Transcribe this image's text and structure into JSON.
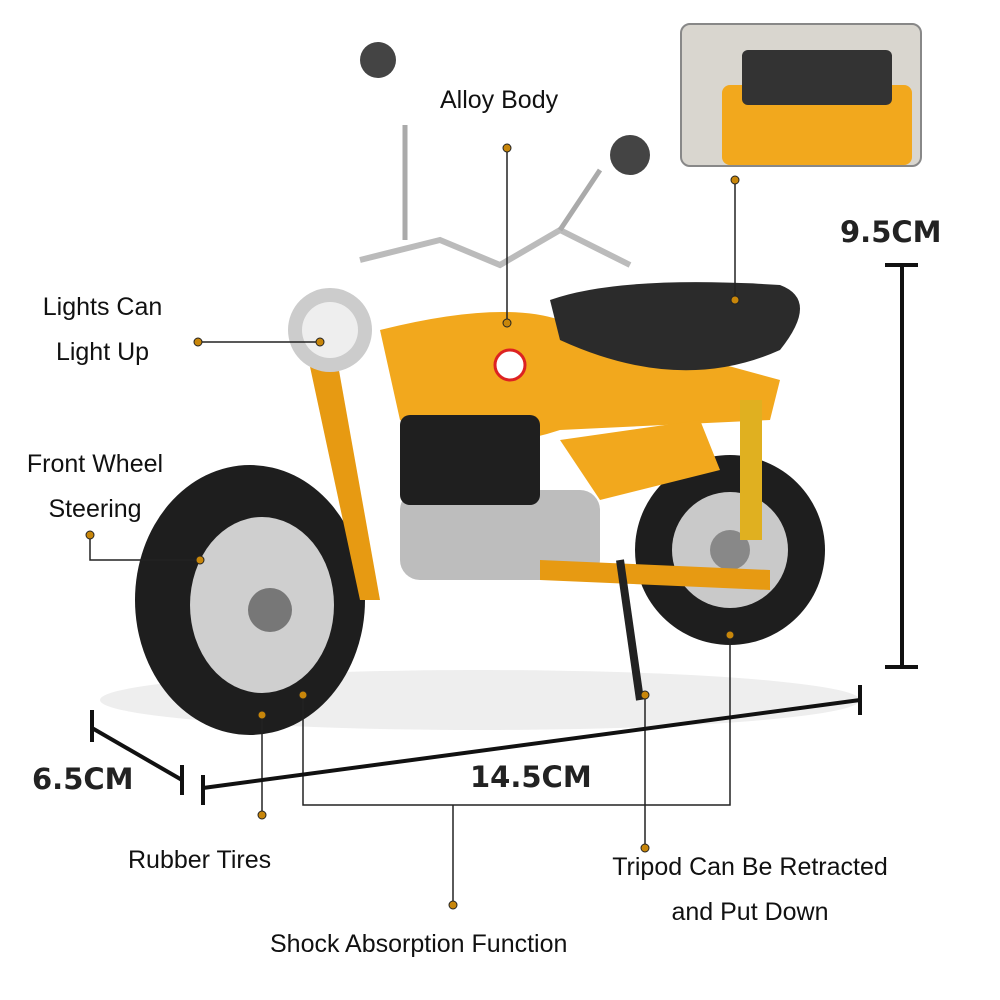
{
  "features": {
    "alloy_body": "Alloy Body",
    "lights": [
      "Lights Can",
      "Light Up"
    ],
    "steering": [
      "Front Wheel",
      "Steering"
    ],
    "tires": "Rubber Tires",
    "shock": "Shock Absorption Function",
    "tripod": [
      "Tripod Can Be Retracted",
      "and Put Down"
    ]
  },
  "dimensions": {
    "height": "9.5CM",
    "length": "14.5CM",
    "width": "6.5CM"
  },
  "colors": {
    "body": "#f2a81d",
    "tire": "#1e1e1e",
    "seat": "#2b2b2b",
    "marker": "#c8860a"
  }
}
